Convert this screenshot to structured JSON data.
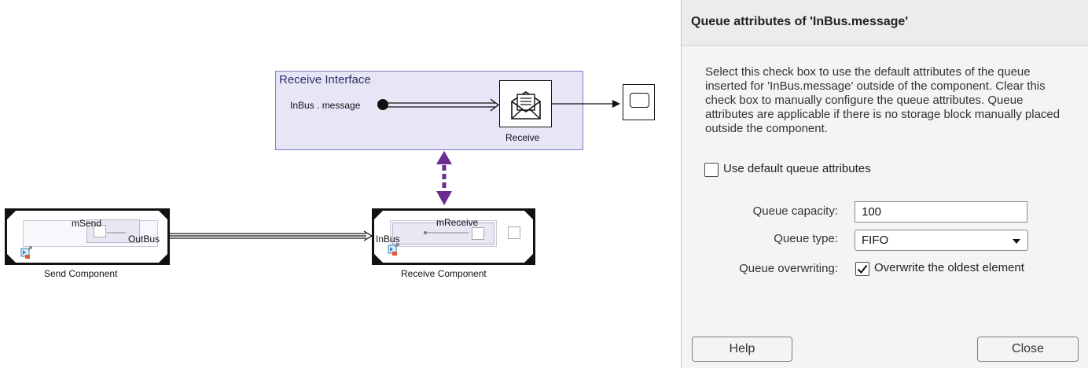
{
  "canvas": {
    "receive_interface": {
      "title": "Receive Interface",
      "port_label": "InBus . message",
      "receive_block_label": "Receive"
    },
    "send_component": {
      "inner_name": "mSend",
      "out_port": "OutBus",
      "caption": "Send Component"
    },
    "receive_component": {
      "inner_name": "mReceive",
      "in_port": "InBus",
      "caption": "Receive Component"
    },
    "colors": {
      "interface_fill": "#e6e6f7",
      "interface_border": "#7d7dc6",
      "link_arrow": "#6a2c91"
    }
  },
  "dialog": {
    "title": "Queue attributes of 'InBus.message'",
    "description": "Select this check box to use the default attributes of the queue inserted for 'InBus.message' outside of the component. Clear this check box to manually configure the queue attributes. Queue attributes are applicable if there is no storage block manually placed outside the component.",
    "use_default_label": "Use default queue attributes",
    "use_default_checked": false,
    "capacity_label": "Queue capacity:",
    "capacity_value": "100",
    "type_label": "Queue type:",
    "type_value": "FIFO",
    "overwriting_label": "Queue overwriting:",
    "overwriting_text": "Overwrite the oldest element",
    "overwriting_checked": true,
    "help_button": "Help",
    "close_button": "Close"
  }
}
